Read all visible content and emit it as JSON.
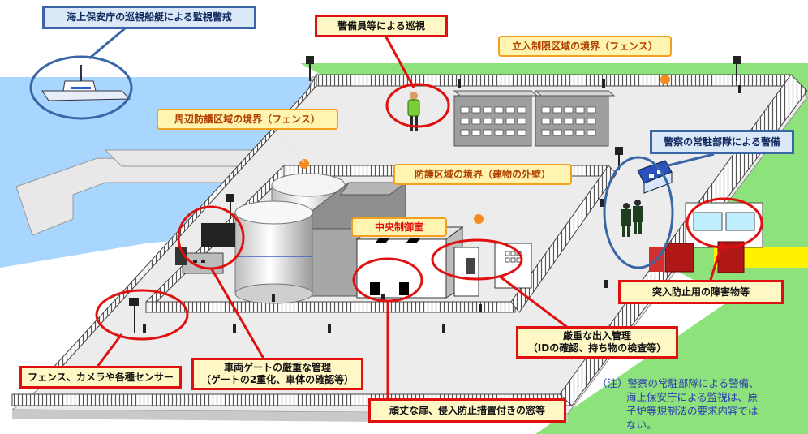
{
  "labels": {
    "coast_guard": "海上保安庁の巡視船艇による監視警戒",
    "guards_patrol": "警備員等による巡視",
    "protected_boundary": "立入制限区域の境界（フェンス）",
    "peripheral_boundary": "周辺防護区域の境界（フェンス）",
    "police_unit": "警察の常駐部隊による警備",
    "building_boundary": "防護区域の境界（建物の外壁）",
    "control_room": "中央制御室",
    "barriers": "突入防止用の障害物等",
    "access_control_1": "厳重な出入管理",
    "access_control_2": "（IDの確認、持ち物の検査等）",
    "sensors": "フェンス、カメラや各種センサー",
    "vehicle_gate_1": "車両ゲートの厳重な管理",
    "vehicle_gate_2": "（ゲートの2重化、車体の確認等）",
    "sturdy_doors": "頑丈な扉、侵入防止措置付きの窓等"
  },
  "note": {
    "line1": "（注）警察の常駐部隊による警備、",
    "line2": "海上保安庁による監視は、原",
    "line3": "子炉等規制法の要求内容では",
    "line4": "ない。"
  },
  "colors": {
    "sea": "#a9d6ff",
    "grass": "#8ee27c",
    "ground": "#ececec",
    "callout_red": "#e01010",
    "boundary_orange": "#f58a1f",
    "police_blue": "#3a66a8",
    "note_text": "#2a3cb0"
  }
}
